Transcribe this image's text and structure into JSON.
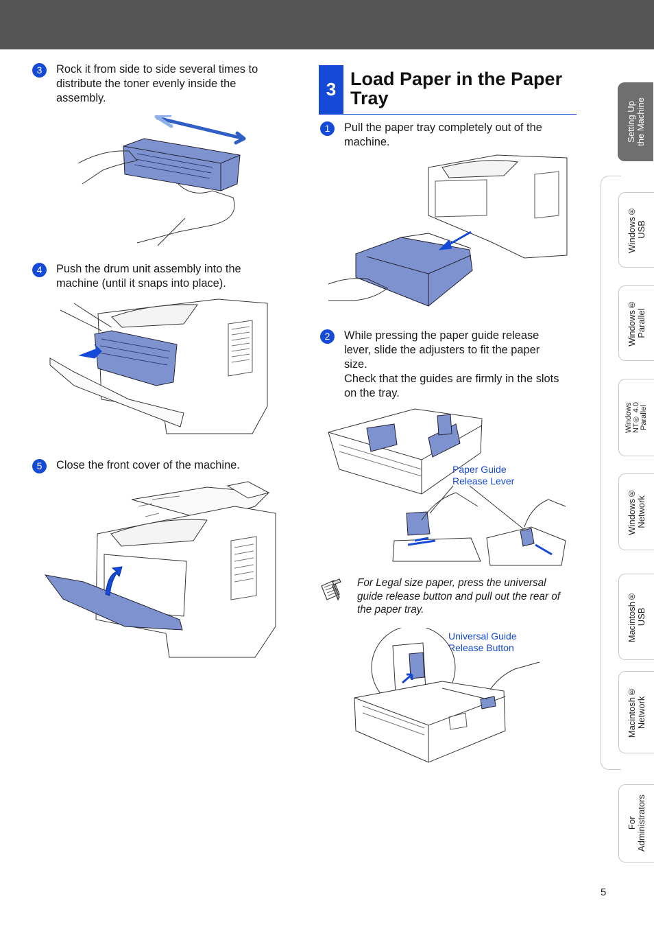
{
  "left_steps": [
    {
      "num": "3",
      "lines": [
        "Rock it from side to side several times to",
        "distribute the toner evenly inside the",
        "assembly."
      ]
    },
    {
      "num": "4",
      "lines": [
        "Push the drum unit assembly into the",
        "machine (until it snaps into place)."
      ]
    },
    {
      "num": "5",
      "lines": [
        "Close the front cover of the machine."
      ]
    }
  ],
  "section": {
    "number": "3",
    "title": "Load Paper in the Paper Tray"
  },
  "right_steps": [
    {
      "num": "1",
      "lines": [
        "Pull the paper tray completely out of the",
        "machine."
      ]
    },
    {
      "num": "2",
      "lines": [
        "While pressing the paper guide release",
        "lever, slide the adjusters to fit the paper",
        "size.",
        "Check that the guides are firmly in the slots",
        "on the tray."
      ]
    }
  ],
  "callouts": {
    "paper_guide": [
      "Paper Guide",
      "Release Lever"
    ],
    "universal_guide": [
      "Universal Guide",
      "Release Button"
    ]
  },
  "note": {
    "icon": "note-pad-icon",
    "lines": [
      "For Legal size paper, press the universal",
      "guide release button and pull out the rear of",
      "the paper tray."
    ]
  },
  "side_tabs": [
    {
      "label": "Setting Up\nthe Machine",
      "active": true
    },
    {
      "label": "Windows®\nUSB",
      "active": false
    },
    {
      "label": "Windows®\nParallel",
      "active": false
    },
    {
      "label": "Windows\nNT® 4.0\nParallel",
      "active": false
    },
    {
      "label": "Windows®\nNetwork",
      "active": false
    },
    {
      "label": "Macintosh®\nUSB",
      "active": false
    },
    {
      "label": "Macintosh®\nNetwork",
      "active": false
    },
    {
      "label": "For\nAdministrators",
      "active": false
    }
  ],
  "page_number": "5",
  "colors": {
    "accent": "#1549d8",
    "header_bar": "#555555",
    "illustration_blue": "#7d92cf",
    "tab_active": "#6f6f6f"
  }
}
